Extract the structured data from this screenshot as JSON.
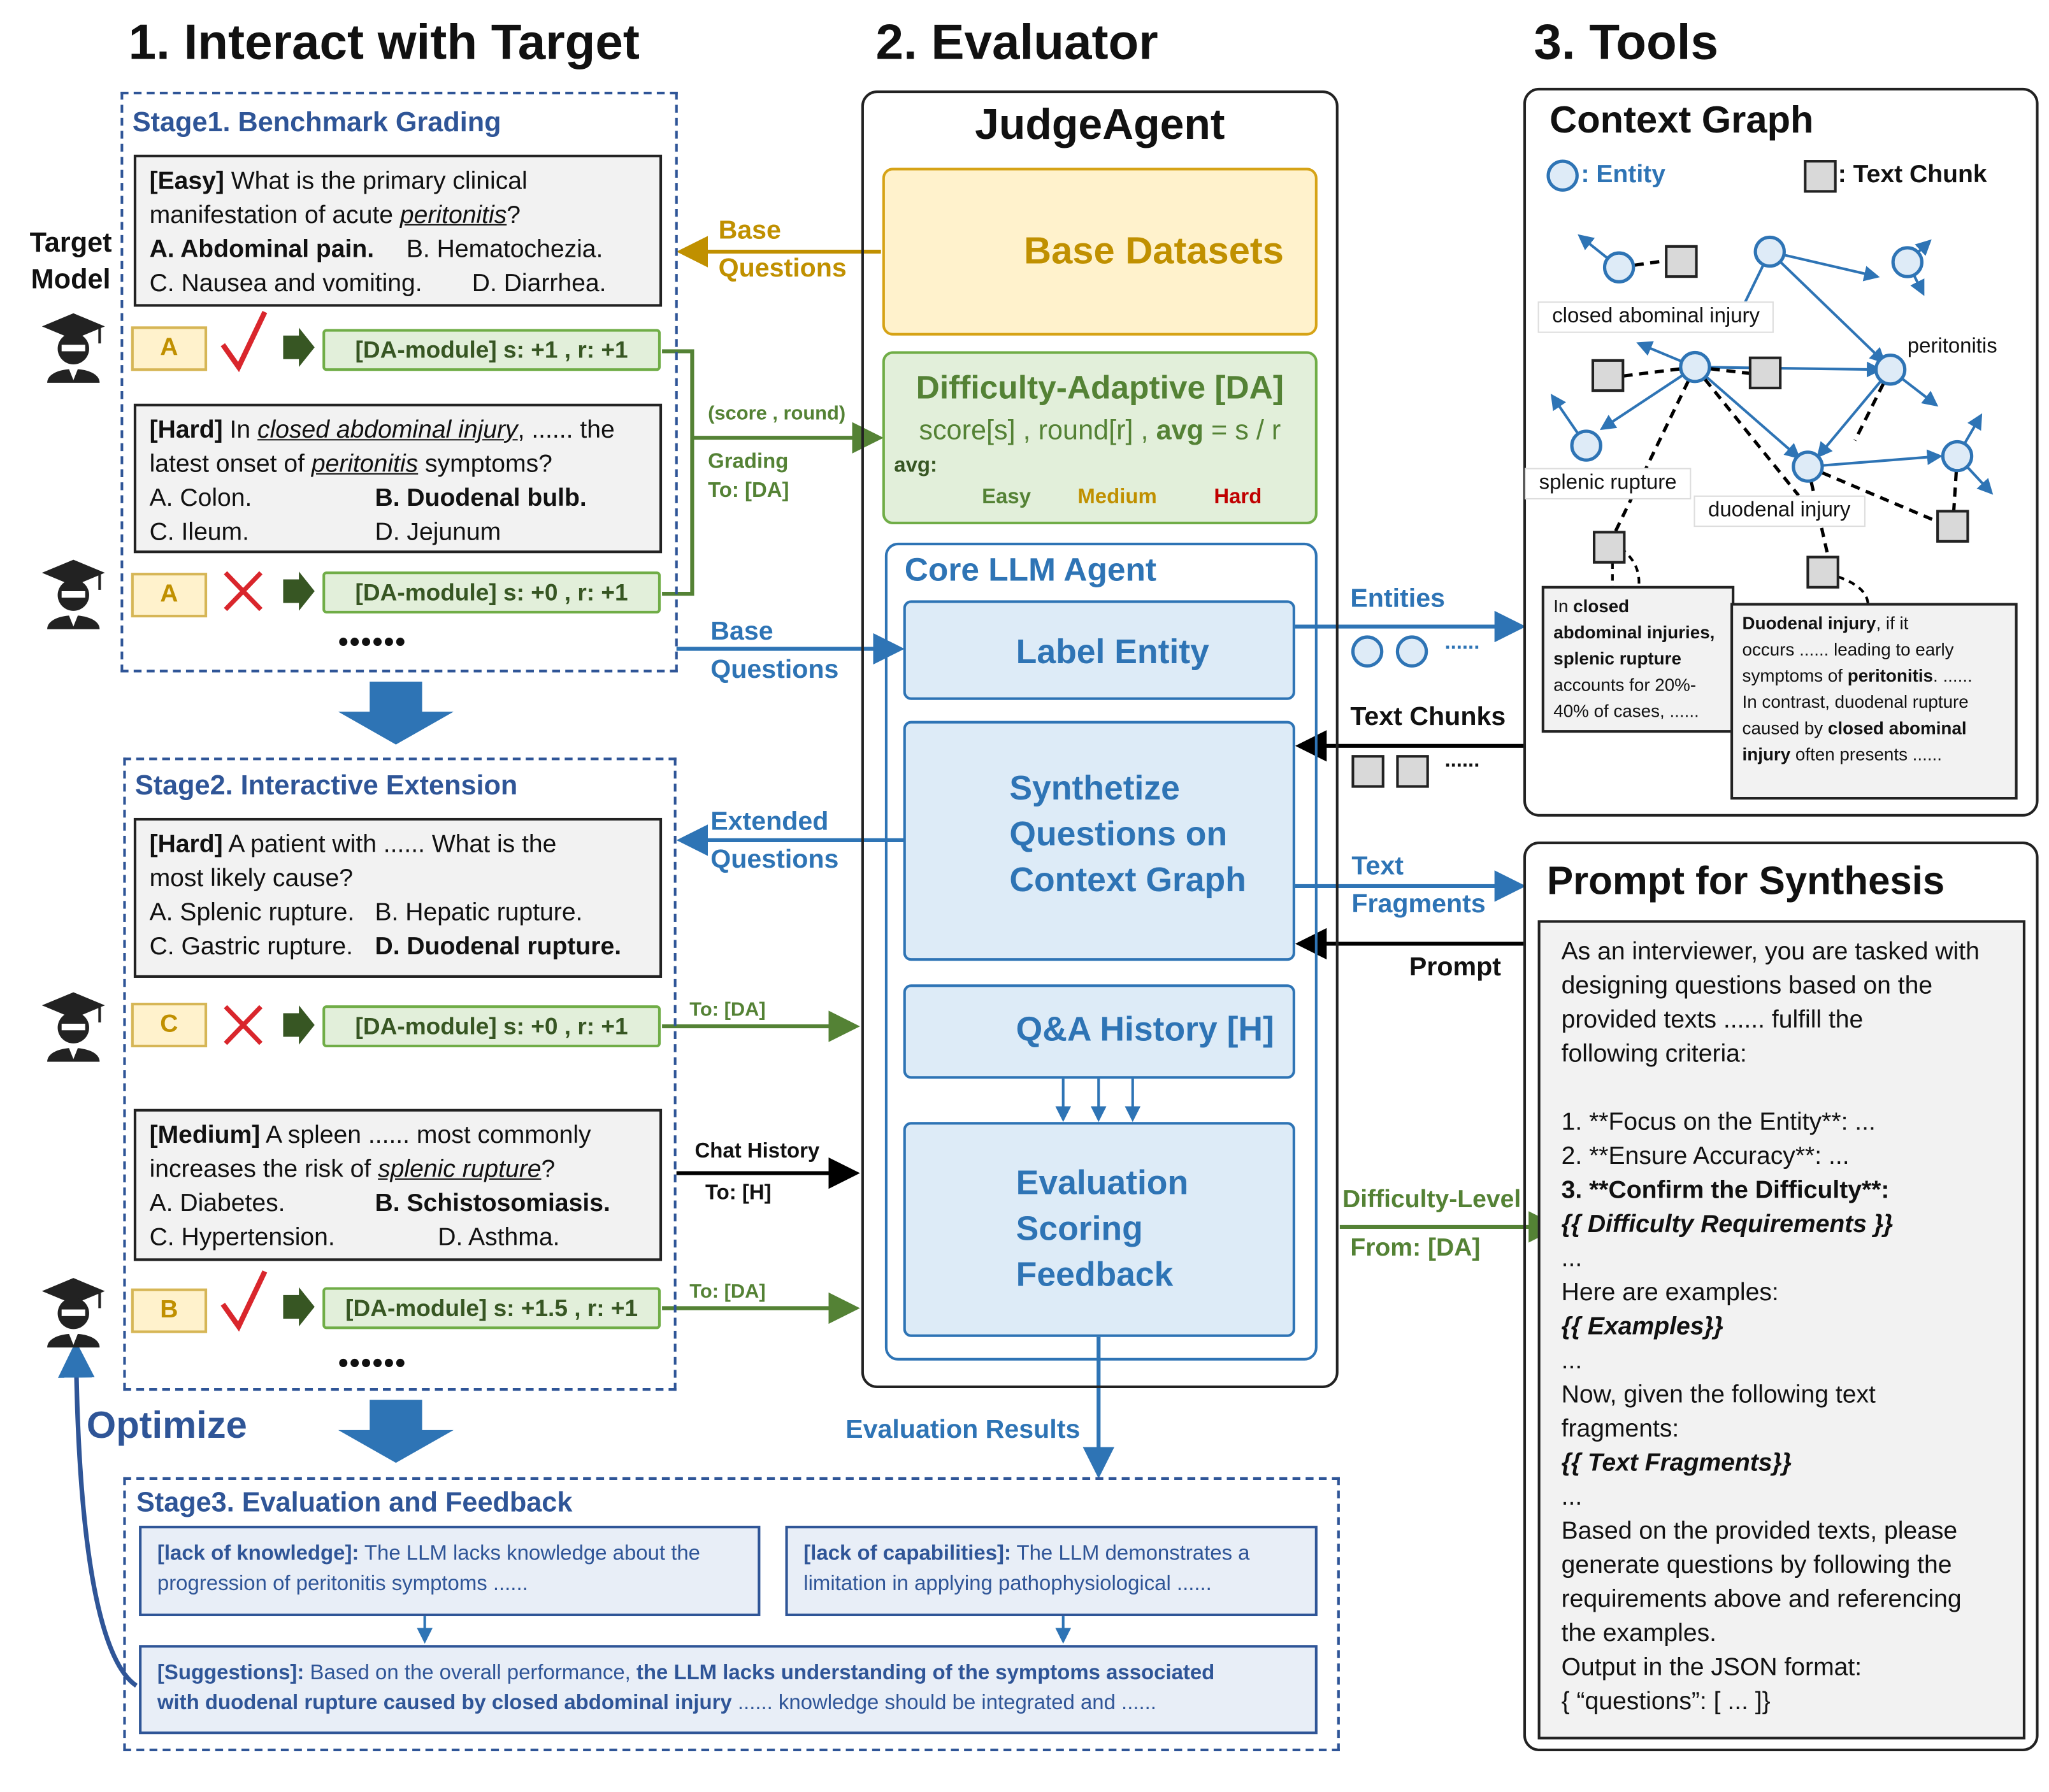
{
  "headers": {
    "interact": "1. Interact with Target",
    "evaluator": "2. Evaluator",
    "tools": "3. Tools"
  },
  "target_model": {
    "line1": "Target",
    "line2": "Model"
  },
  "stage1": {
    "title": "Stage1. Benchmark Grading",
    "q1": {
      "tag": "[Easy]",
      "text": " What is the primary clinical",
      "line2a": "manifestation of acute ",
      "line2b": "peritonitis",
      "line2c": "?",
      "optA": "A. Abdominal pain.",
      "optB": "B. Hematochezia.",
      "optC": "C. Nausea and vomiting.",
      "optD": "D. Diarrhea.",
      "answer": "A",
      "da": "[DA-module] s: +1 , r: +1"
    },
    "q2": {
      "tag": "[Hard]",
      "text1": " In ",
      "text1b": "closed abdominal injury",
      "text1c": ", ...... the",
      "line2a": "latest onset of ",
      "line2b": "peritonitis",
      "line2c": " symptoms?",
      "optA": "A. Colon.",
      "optB": "B. Duodenal bulb.",
      "optC": "C. Ileum.",
      "optD": "D. Jejunum",
      "answer": "A",
      "da": "[DA-module] s: +0 , r: +1"
    },
    "dots": "••••••"
  },
  "stage2": {
    "title": "Stage2. Interactive Extension",
    "q1": {
      "tag": "[Hard]",
      "text": " A patient with ......  What is the",
      "line2": "most likely cause?",
      "optA": "A. Splenic rupture.",
      "optB": "B. Hepatic rupture.",
      "optC": "C. Gastric rupture.",
      "optD": "D. Duodenal rupture.",
      "answer": "C",
      "da": "[DA-module] s: +0 , r: +1"
    },
    "q2": {
      "tag": "[Medium]",
      "text": " A spleen ...... most commonly",
      "line2a": "increases the risk of ",
      "line2b": "splenic rupture",
      "line2c": "?",
      "optA": "A. Diabetes.",
      "optB": "B. Schistosomiasis.",
      "optC": "C. Hypertension.",
      "optD": "D. Asthma.",
      "answer": "B",
      "da": "[DA-module] s: +1.5 , r: +1"
    },
    "dots": "••••••"
  },
  "optimize": "Optimize",
  "stage3": {
    "title": "Stage3. Evaluation and Feedback",
    "k_tag": "[lack of knowledge]:",
    "k_text1": " The LLM lacks knowledge about the",
    "k_text2": "progression of peritonitis symptoms ......",
    "c_tag": "[lack of capabilities]:",
    "c_text1": " The LLM demonstrates a",
    "c_text2": "limitation in applying pathophysiological ......",
    "s_tag": "[Suggestions]:",
    "s_text1": "  Based on the overall performance, ",
    "s_bold1": "the LLM lacks understanding of the symptoms associated",
    "s_bold2": "with duodenal rupture caused by closed abdominal injury",
    "s_text2": " ...... knowledge should be integrated and ......"
  },
  "arrows": {
    "base_q1": "Base",
    "base_q2": "Questions",
    "score_round": "(score , round)",
    "grading": "Grading",
    "to_da": "To: [DA]",
    "base_q_b1": "Base",
    "base_q_b2": "Questions",
    "ext1": "Extended",
    "ext2": "Questions",
    "to_da2": "To: [DA]",
    "chat_history": "Chat History",
    "to_h": "To: [H]",
    "to_da3": "To: [DA]",
    "entities": "Entities",
    "text_chunks": "Text Chunks",
    "text_frag1": "Text",
    "text_frag2": "Fragments",
    "prompt": "Prompt",
    "diff_level": "Difficulty-Level",
    "from_da": "From: [DA]",
    "eval_results": "Evaluation Results",
    "ellipsis": "......"
  },
  "evaluator": {
    "title": "JudgeAgent",
    "base_datasets": "Base Datasets",
    "da_title": "Difficulty-Adaptive [DA]",
    "da_formula1": "score[s] , round[r] , ",
    "da_formula2": "avg",
    "da_formula3": " = s / r",
    "avg_label": "avg:",
    "easy": "Easy",
    "medium": "Medium",
    "hard": "Hard",
    "core": "Core LLM Agent",
    "label_entity": "Label Entity",
    "synth1": "Synthetize",
    "synth2": "Questions on",
    "synth3": "Context Graph",
    "qa_history": "Q&A History [H]",
    "eval1": "Evaluation",
    "eval2": "Scoring",
    "eval3": "Feedback"
  },
  "graph": {
    "title": "Context Graph",
    "legend_entity": ": Entity",
    "legend_chunk": ": Text Chunk",
    "n_closed": "closed abominal injury",
    "n_perit": "peritonitis",
    "n_splenic": "splenic rupture",
    "n_duod": "duodenal injury",
    "c1": [
      "In ",
      "closed",
      "abdominal injuries,",
      "splenic rupture",
      "accounts for 20%-",
      "40% of cases, ......"
    ],
    "c2": [
      "Duodenal injury",
      ", if it",
      "occurs ...... leading to early",
      "symptoms of ",
      "peritonitis",
      ". ......",
      "In contrast, duodenal rupture",
      "caused by ",
      "closed abominal",
      "injury",
      " often presents ......"
    ]
  },
  "prompt": {
    "title": "Prompt for Synthesis",
    "lines": [
      "As an interviewer, you are tasked with",
      "designing questions based on the",
      "provided texts  ...... fulfill the",
      "following criteria:",
      "",
      "1. **Focus on the Entity**: ...",
      "2. **Ensure Accuracy**: ..."
    ],
    "bold_line": "3. **Confirm the Difficulty**:",
    "req": "{{ Difficulty Requirements }}",
    "l_dots1": "...",
    "l_examples": "Here are examples:",
    "ex": "{{ Examples}}",
    "l_dots2": "...",
    "l_now1": "Now, given the following text",
    "l_now2": "fragments:",
    "tf": "{{ Text Fragments}}",
    "l_dots3": "...",
    "tail": [
      "Based on the provided texts, please",
      "generate questions by following the",
      "requirements above and referencing",
      "the examples.",
      "Output in the JSON format:",
      "{ “questions”: [ ... ]}"
    ]
  }
}
